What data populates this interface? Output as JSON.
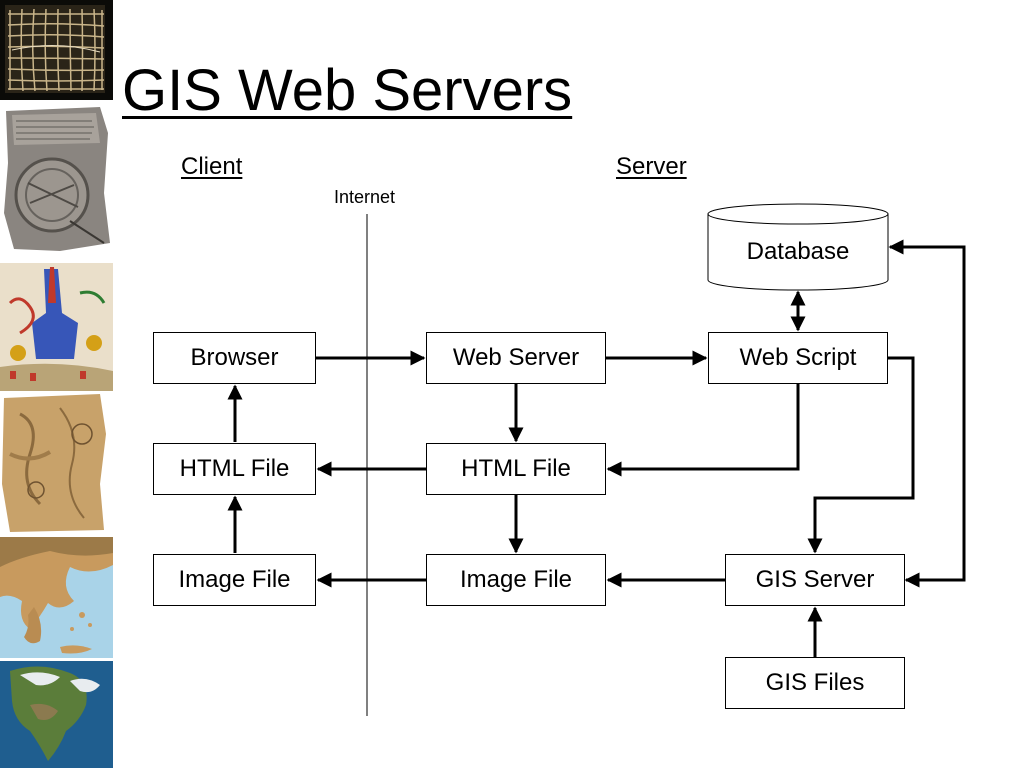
{
  "slide": {
    "title": "GIS Web Servers",
    "client_heading": "Client",
    "server_heading": "Server",
    "internet_label": "Internet"
  },
  "nodes": {
    "browser": "Browser",
    "client_html": "HTML File",
    "client_image": "Image File",
    "web_server": "Web Server",
    "server_html": "HTML File",
    "server_image": "Image File",
    "database": "Database",
    "web_script": "Web Script",
    "gis_server": "GIS Server",
    "gis_files": "GIS Files"
  },
  "edges": [
    {
      "from": "Browser",
      "to": "Web Server"
    },
    {
      "from": "Web Server",
      "to": "Web Script"
    },
    {
      "from": "Web Server",
      "to": "HTML File (server)"
    },
    {
      "from": "HTML File (server)",
      "to": "Image File (server)"
    },
    {
      "from": "HTML File (server)",
      "to": "HTML File (client)"
    },
    {
      "from": "HTML File (client)",
      "to": "Browser"
    },
    {
      "from": "Image File (client)",
      "to": "HTML File (client)"
    },
    {
      "from": "Image File (server)",
      "to": "Image File (client)"
    },
    {
      "from": "Web Script",
      "to": "HTML File (server)"
    },
    {
      "from": "Web Script",
      "to": "GIS Server"
    },
    {
      "from": "Database",
      "to": "Web Script",
      "bidirectional": true
    },
    {
      "from": "GIS Server",
      "to": "Image File (server)"
    },
    {
      "from": "GIS Files",
      "to": "GIS Server"
    },
    {
      "from": "GIS Server",
      "to": "Database",
      "bidirectional": true
    }
  ],
  "sidebar_images": [
    "grid-map-icon",
    "clay-tablet-map-icon",
    "medieval-map-icon",
    "parchment-map-icon",
    "greece-map-icon",
    "north-america-map-icon"
  ]
}
